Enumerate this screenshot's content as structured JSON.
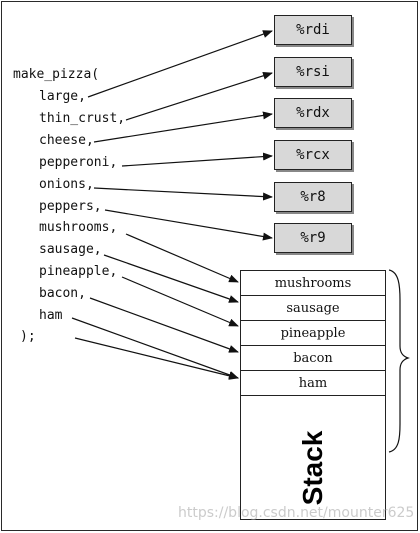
{
  "function_call": {
    "name": "make_pizza(",
    "args": [
      "large,",
      "thin_crust,",
      "cheese,",
      "pepperoni,",
      "onions,",
      "peppers,",
      "mushrooms,",
      "sausage,",
      "pineapple,",
      "bacon,",
      "ham"
    ],
    "close": ");"
  },
  "registers": [
    "%rdi",
    "%rsi",
    "%rdx",
    "%rcx",
    "%r8",
    "%r9"
  ],
  "stack": {
    "slots": [
      "mushrooms",
      "sausage",
      "pineapple",
      "bacon",
      "ham"
    ],
    "label": "Stack"
  },
  "watermark": "https://blog.csdn.net/mounter625"
}
